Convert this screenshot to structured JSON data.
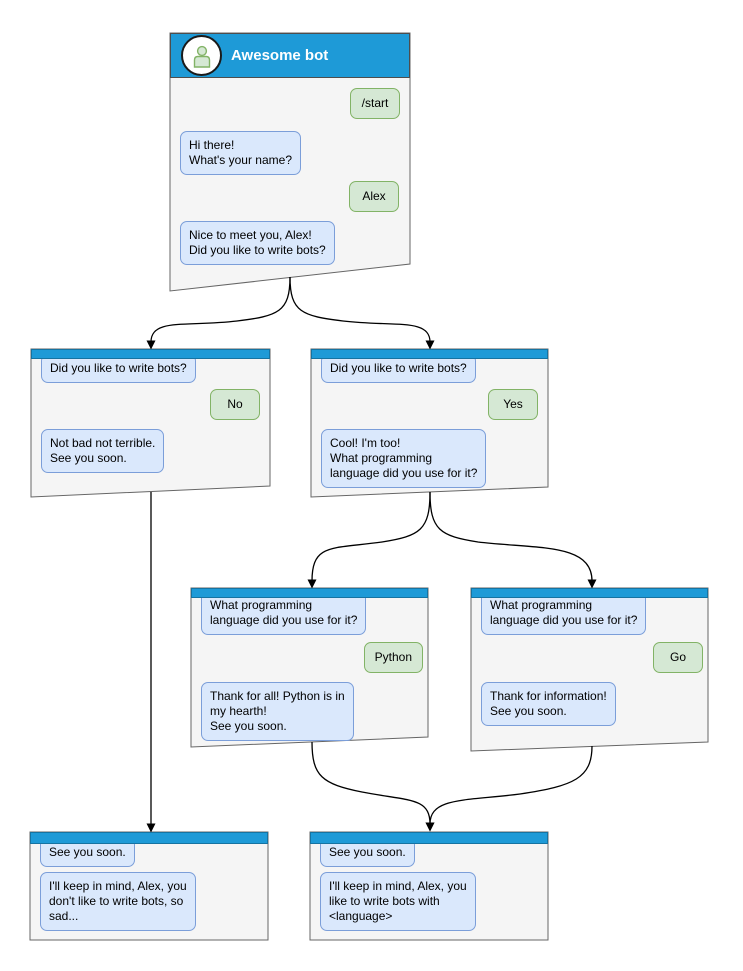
{
  "palette": {
    "header_blue": "#1e9ad7",
    "window_fill": "#f5f5f5",
    "window_border": "#666666",
    "bot_bubble_fill": "#dae8fc",
    "bot_bubble_border": "#7b9ed9",
    "user_bubble_fill": "#d5e8d4",
    "user_bubble_border": "#82b366",
    "arrow_color": "#000000"
  },
  "windows": {
    "root": {
      "title": "Awesome bot",
      "m1": "/start",
      "m2": "Hi there!\nWhat's your name?",
      "m3": "Alex",
      "m4": "Nice to meet you, Alex!\nDid you like to write bots?"
    },
    "no": {
      "m1": "Did you like to write bots?",
      "m2": "No",
      "m3": "Not bad not terrible.\nSee you soon."
    },
    "yes": {
      "m1": "Did you like to write bots?",
      "m2": "Yes",
      "m3": "Cool! I'm too!\nWhat programming\nlanguage did you use for it?"
    },
    "python": {
      "m1": "What programming\nlanguage did you use for it?",
      "m2": "Python",
      "m3": "Thank for all! Python is in\nmy hearth!\nSee you soon."
    },
    "go": {
      "m1": "What programming\nlanguage did you use for it?",
      "m2": "Go",
      "m3": "Thank for information!\nSee you soon."
    },
    "end_no": {
      "m1": "See you soon.",
      "m2": "I'll keep in mind, Alex, you\ndon't like to write bots, so\nsad..."
    },
    "end_yes": {
      "m1": "See you soon.",
      "m2": "I'll keep in mind, Alex, you\nlike to write bots with\n<language>"
    }
  }
}
